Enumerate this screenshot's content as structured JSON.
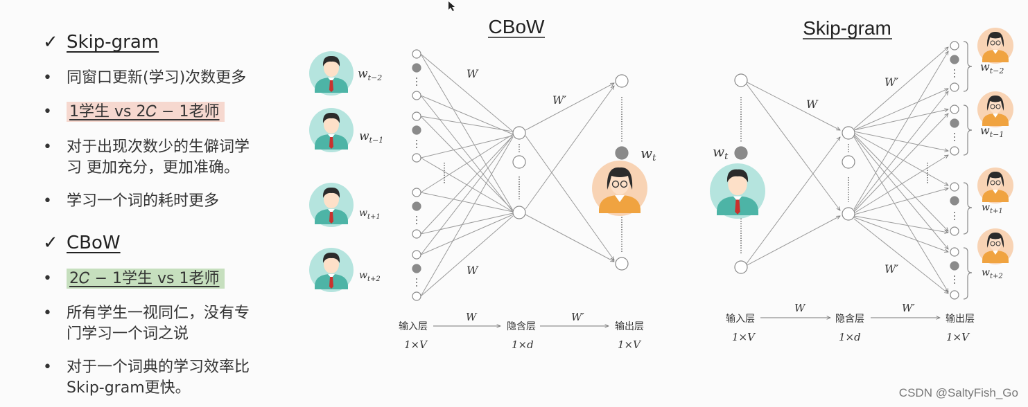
{
  "left": {
    "skip": {
      "heading": "Skip-gram",
      "bullets": [
        "同窗口更新(学习)次数更多",
        "1学生 vs 2𝐶 − 1老师",
        "对于出现次数少的生僻词学",
        "习 更加充分，更加准确。",
        "学习一个词的耗时更多"
      ]
    },
    "cbow": {
      "heading": "CBoW",
      "bullets": [
        "2𝐶 − 1学生 vs 1老师",
        "所有学生一视同仁，没有专",
        "门学习一个词之说",
        "对于一个词典的学习效率比",
        "Skip-gram更快。"
      ]
    }
  },
  "cbow_diagram": {
    "title": "CBoW",
    "context_labels": [
      "w",
      "w",
      "w",
      "w"
    ],
    "context_subs": [
      "t−2",
      "t−1",
      "t+1",
      "t+2"
    ],
    "target_label": "w",
    "target_sub": "t",
    "w_labels": [
      "W",
      "W′",
      "W"
    ],
    "footer": {
      "input": "输入层",
      "hidden": "隐含层",
      "output": "输出层",
      "input_dim": "1×V",
      "hidden_dim": "1×d",
      "output_dim": "1×V",
      "w1": "W",
      "w2": "W′"
    }
  },
  "skip_diagram": {
    "title": "Skip-gram",
    "input_label": "w",
    "input_sub": "t",
    "context_labels": [
      "w",
      "w",
      "w",
      "w"
    ],
    "context_subs": [
      "t−2",
      "t−1",
      "t+1",
      "t+2"
    ],
    "w_labels": [
      "W",
      "W′",
      "W′"
    ],
    "footer": {
      "input": "输入层",
      "hidden": "隐含层",
      "output": "输出层",
      "input_dim": "1×V",
      "hidden_dim": "1×d",
      "output_dim": "1×V",
      "w1": "W",
      "w2": "W′"
    }
  },
  "watermark": "CSDN @SaltyFish_Go",
  "colors": {
    "student_bg": "#b5e4de",
    "teacher_bg": "#f8d3b4",
    "teacher_shirt": "#f0a340",
    "student_shirt": "#4db4a6",
    "tie": "#c8322e",
    "node_fill": "#8a8a8a"
  }
}
